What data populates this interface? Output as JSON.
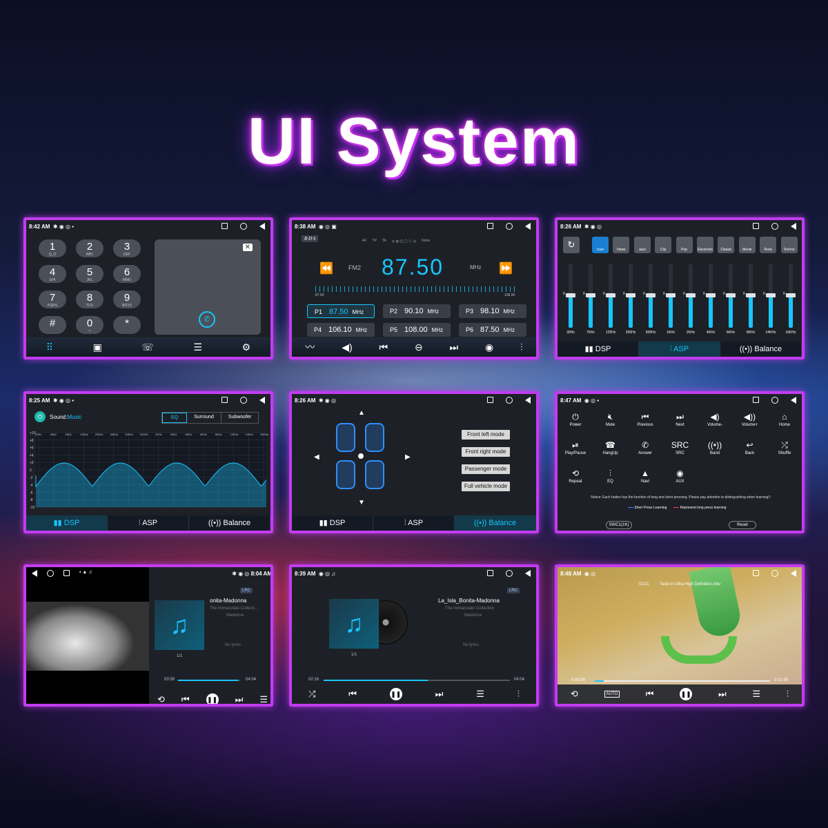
{
  "title": "UI System",
  "colors": {
    "accent": "#19c5ff",
    "frame": "#c23cf0"
  },
  "dialer": {
    "time": "8:42 AM",
    "keys": [
      {
        "digit": "1",
        "letters": "Q_O"
      },
      {
        "digit": "2",
        "letters": "ABC"
      },
      {
        "digit": "3",
        "letters": "DEF"
      },
      {
        "digit": "4",
        "letters": "GHI"
      },
      {
        "digit": "5",
        "letters": "JKL"
      },
      {
        "digit": "6",
        "letters": "MNO"
      },
      {
        "digit": "7",
        "letters": "PQRS"
      },
      {
        "digit": "8",
        "letters": "TUV"
      },
      {
        "digit": "9",
        "letters": "WXYZ"
      },
      {
        "digit": "#",
        "letters": ""
      },
      {
        "digit": "0",
        "letters": "+"
      },
      {
        "digit": "*",
        "letters": ""
      }
    ],
    "bottom_icons": [
      "dialpad-icon",
      "contacts-icon",
      "call-log-icon",
      "music-icon",
      "settings-icon"
    ]
  },
  "radio": {
    "time": "8:38 AM",
    "rds": "R·D·S",
    "flags": [
      "AF",
      "TP",
      "TA"
    ],
    "pty": "None",
    "band": "FM2",
    "frequency": "87.50",
    "unit": "MHz",
    "scale_min": "87.50",
    "scale_max": "108.00",
    "presets": [
      {
        "id": "P1",
        "freq": "87.50",
        "unit": "MHz"
      },
      {
        "id": "P2",
        "freq": "90.10",
        "unit": "MHz"
      },
      {
        "id": "P3",
        "freq": "98.10",
        "unit": "MHz"
      },
      {
        "id": "P4",
        "freq": "106.10",
        "unit": "MHz"
      },
      {
        "id": "P5",
        "freq": "108.00",
        "unit": "MHz"
      },
      {
        "id": "P6",
        "freq": "87.50",
        "unit": "MHz"
      }
    ]
  },
  "eq_presets": {
    "time": "8:26 AM",
    "styles": [
      "User",
      "News",
      "Jazz",
      "City",
      "Pop",
      "Electronic",
      "Classic",
      "Movie",
      "Rock",
      "Techno"
    ],
    "bands": [
      "30Hz",
      "75Hz",
      "125Hz",
      "250Hz",
      "500Hz",
      "1KHz",
      "2KHz",
      "4KHz",
      "6KHz",
      "8KHz",
      "14KHz",
      "16KHz"
    ],
    "values": [
      0,
      0,
      0,
      0,
      0,
      0,
      0,
      0,
      0,
      0,
      0,
      0
    ],
    "tabs": [
      "DSP",
      "ASP",
      "Balance"
    ]
  },
  "dsp": {
    "time": "8:25 AM",
    "sound_label": "Sound:",
    "sound_mode": "Music",
    "tabs": [
      "EQ",
      "Surround",
      "Subwoofer"
    ],
    "bands": [
      "20Hz",
      "40Hz",
      "63Hz",
      "125Hz",
      "250Hz",
      "400Hz",
      "630Hz",
      "810Hz",
      "1KHz",
      "2KHz",
      "4KHz",
      "6KHz",
      "8KHz",
      "12KHz",
      "14KHz",
      "16KHz"
    ],
    "y_ticks": [
      "+10",
      "+8",
      "+6",
      "+4",
      "+2",
      "0",
      "-2",
      "-4",
      "-6",
      "-8",
      "-10"
    ],
    "bottom_tabs": [
      "DSP",
      "ASP",
      "Balance"
    ]
  },
  "balance": {
    "time": "8:26 AM",
    "modes": [
      "Front left mode",
      "Front right mode",
      "Passenger mode",
      "Full vehicle mode"
    ],
    "tabs": [
      "DSP",
      "ASP",
      "Balance"
    ]
  },
  "steering": {
    "time": "8:47 AM",
    "buttons": [
      {
        "label": "Power",
        "icon": "power-icon"
      },
      {
        "label": "Mute",
        "icon": "mute-icon"
      },
      {
        "label": "Previous",
        "icon": "previous-icon"
      },
      {
        "label": "Next",
        "icon": "next-icon"
      },
      {
        "label": "Volume-",
        "icon": "volume-down-icon"
      },
      {
        "label": "Volume+",
        "icon": "volume-up-icon"
      },
      {
        "label": "Home",
        "icon": "home-icon"
      },
      {
        "label": "Play/Pause",
        "icon": "play-pause-icon"
      },
      {
        "label": "HangUp",
        "icon": "hangup-icon"
      },
      {
        "label": "Answer",
        "icon": "answer-icon"
      },
      {
        "label": "SRC",
        "icon": "src-icon"
      },
      {
        "label": "Band",
        "icon": "band-icon"
      },
      {
        "label": "Back",
        "icon": "back-icon"
      },
      {
        "label": "Shuffle",
        "icon": "shuffle-icon"
      },
      {
        "label": "Repeat",
        "icon": "repeat-icon"
      },
      {
        "label": "EQ",
        "icon": "eq-icon"
      },
      {
        "label": "Navi",
        "icon": "navi-icon"
      },
      {
        "label": "AUX",
        "icon": "aux-icon"
      }
    ],
    "src_text": "SRC",
    "notice": "Notice: Each button has the function of long and short pressing. Please pay attention to distinguishing when learning!！",
    "legend_short": "Short Press Learning",
    "legend_long": "Represent long press learning",
    "swc_button": "SWC1(1K)",
    "reset_button": "Reset"
  },
  "music_split": {
    "time": "8:04 AM",
    "song": "onita-Madonna",
    "album": "The Immaculate Collecti...",
    "artist": "Madonna",
    "lyrics": "No lyrics",
    "lrc": "LRC",
    "count": "1/1",
    "elapsed": "03:58",
    "total": "04:04",
    "progress": 0.97
  },
  "music_full": {
    "time": "8:39 AM",
    "song": "La_Isla_Bonita-Madonna",
    "album": "The Immaculate Collection",
    "artist": "Madonna",
    "lyrics": "No lyrics",
    "lrc": "LRC",
    "count": "1/1",
    "elapsed": "02:16",
    "total": "04:04",
    "progress": 0.56
  },
  "video": {
    "time": "8:48 AM",
    "counter": "01/11",
    "filename": "Taste in Ultra High Definition.mkv",
    "elapsed": "0:00:08",
    "total": "0:01:59",
    "progress": 0.05,
    "auto": "AUTO"
  }
}
